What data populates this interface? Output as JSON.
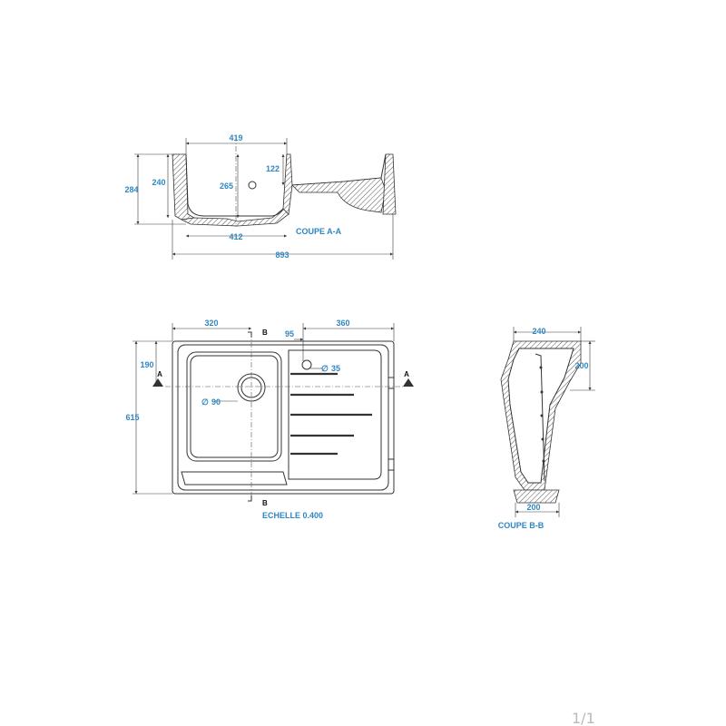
{
  "drawing": {
    "section_aa": {
      "caption": "COUPE A-A",
      "dims": {
        "top_width": "419",
        "total_height": "284",
        "bowl_height": "240",
        "drain_depth": "265",
        "drainer_height": "122",
        "bottom_width": "412",
        "overall_width": "893"
      }
    },
    "plan": {
      "scale_caption": "ECHELLE 0.400",
      "dims": {
        "bowl_width": "320",
        "tap_offset": "95",
        "drainer_width": "360",
        "section_offset": "190",
        "overall_depth": "615",
        "tap_hole": "35",
        "drain_hole": "90"
      },
      "markers": {
        "a_left": "A",
        "a_right": "A",
        "b_top": "B",
        "b_bottom": "B"
      },
      "diameter_symbol": "∅"
    },
    "section_bb": {
      "caption": "COUPE B-B",
      "dims": {
        "top_width": "240",
        "height": "200",
        "bottom_width": "200"
      }
    },
    "page_number": "1/1"
  },
  "colors": {
    "dimension_text": "#2f86c2",
    "lines": "#333333",
    "page_number": "#b9b9b9"
  }
}
